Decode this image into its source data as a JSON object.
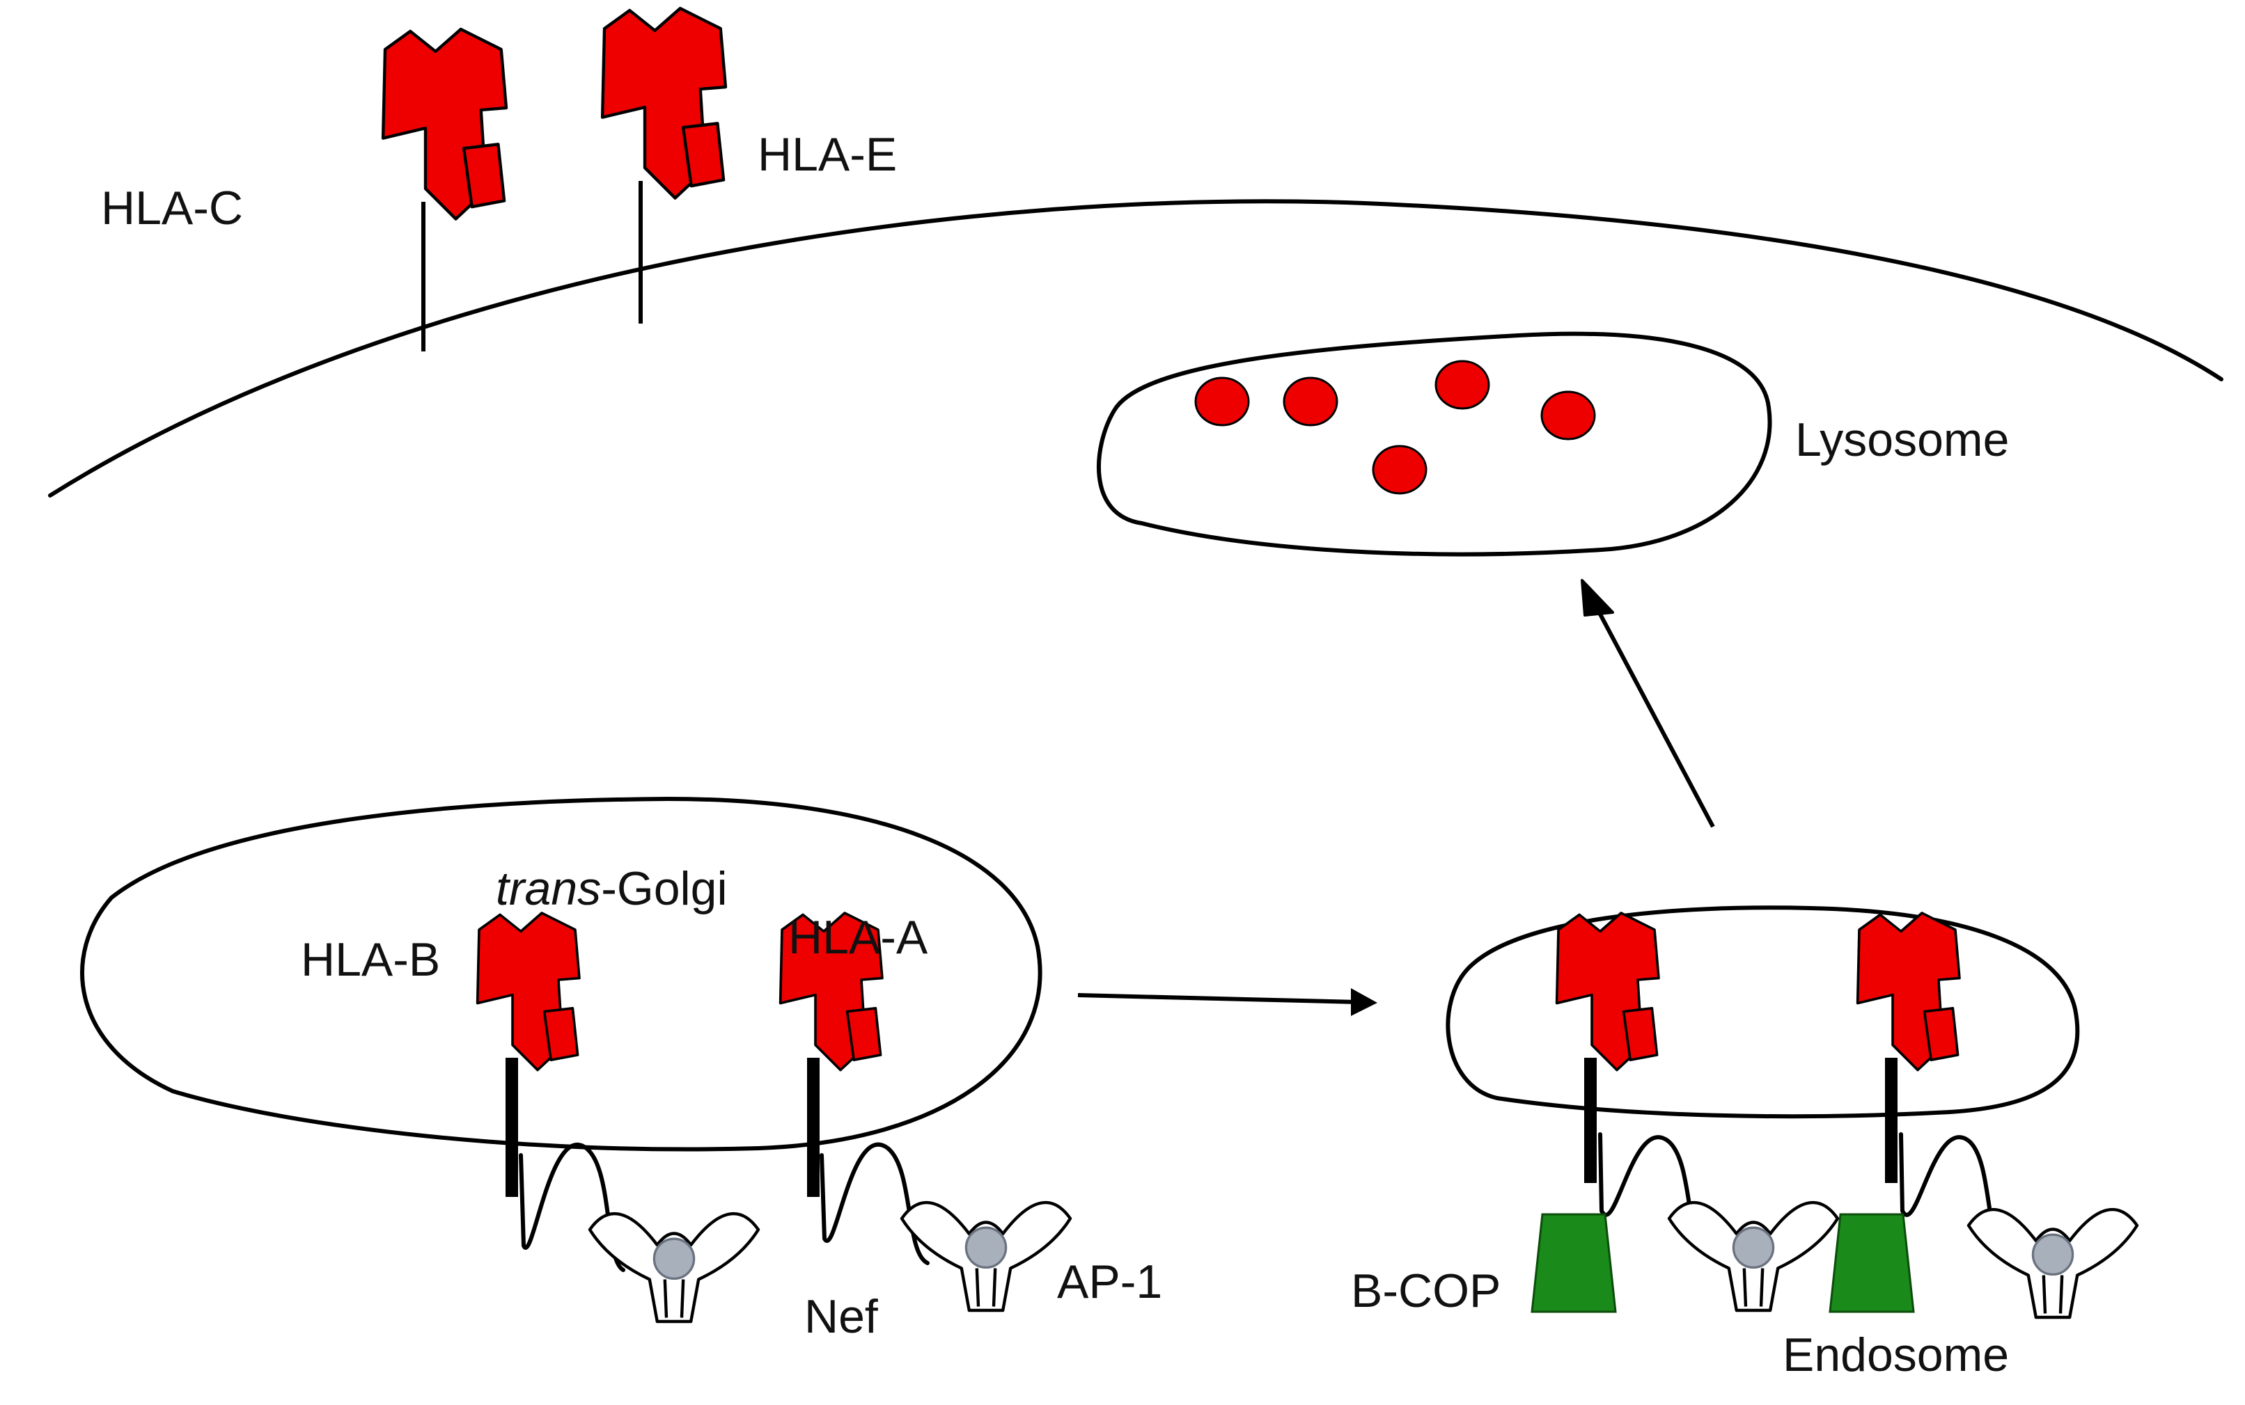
{
  "labels": {
    "hla_c": "HLA-C",
    "hla_e": "HLA-E",
    "lysosome": "Lysosome",
    "golgi_italic": "trans",
    "golgi_rest": "-Golgi",
    "hla_b": "HLA-B",
    "hla_a": "HLA-A",
    "nef": "Nef",
    "ap1": "AP-1",
    "bcop": "B-COP",
    "endosome": "Endosome"
  },
  "colors": {
    "hla": "#ee0000",
    "bcop": "#1a8a1a",
    "ap1_core": "#a8b0bb",
    "line": "#000000"
  }
}
